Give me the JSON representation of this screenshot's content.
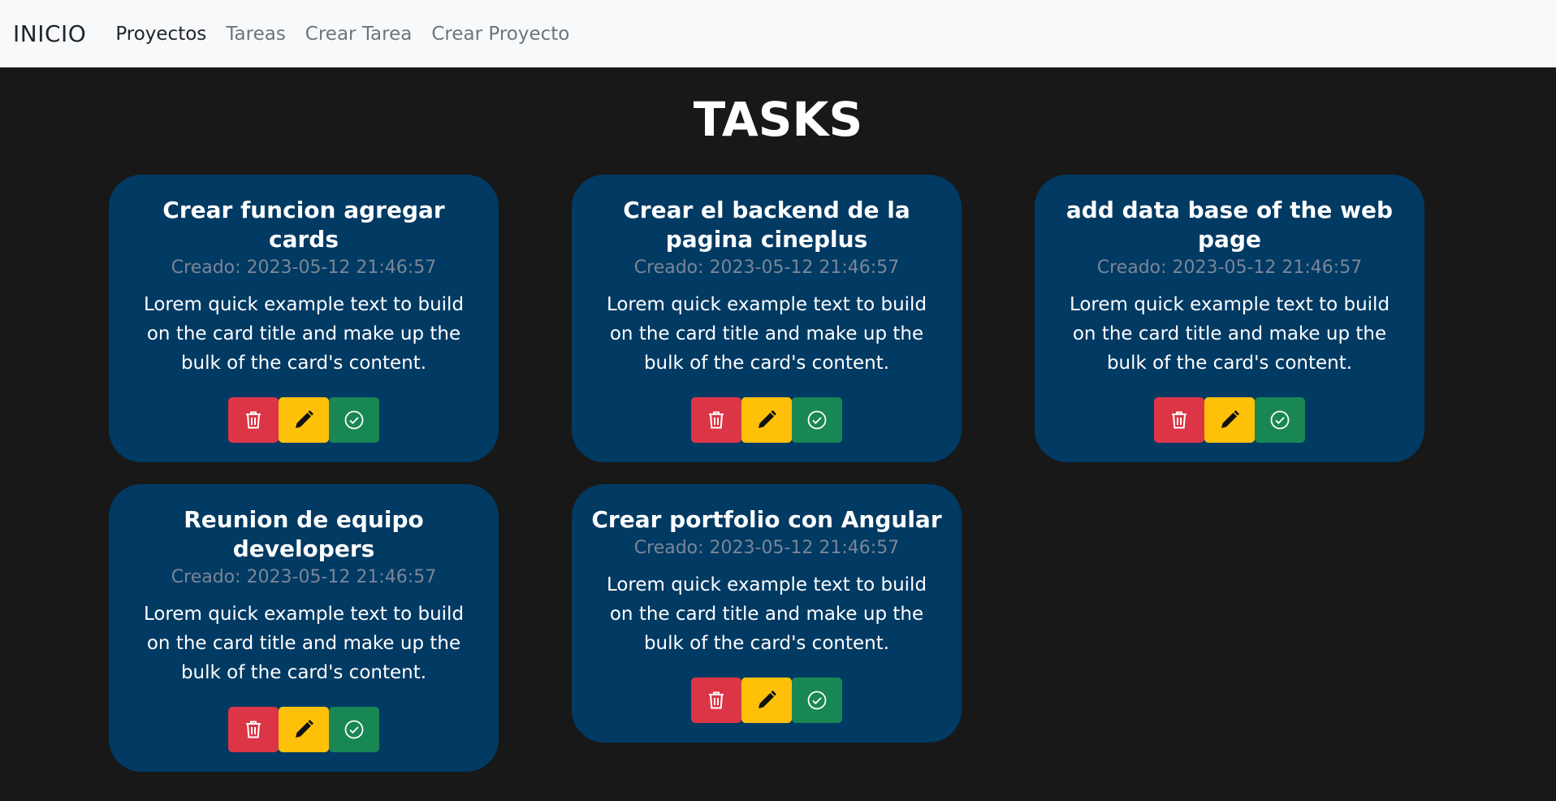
{
  "nav": {
    "brand": "INICIO",
    "links": [
      "Proyectos",
      "Tareas",
      "Crear Tarea",
      "Crear Proyecto"
    ]
  },
  "page": {
    "title": "TASKS"
  },
  "tasks": [
    {
      "title": "Crear funcion agregar cards",
      "date": "Creado: 2023-05-12 21:46:57",
      "description": "Lorem quick example text to build on the card title and make up the bulk of the card's content."
    },
    {
      "title": "Crear el backend de la pagina cineplus",
      "date": "Creado: 2023-05-12 21:46:57",
      "description": "Lorem quick example text to build on the card title and make up the bulk of the card's content."
    },
    {
      "title": "add data base of the web page",
      "date": "Creado: 2023-05-12 21:46:57",
      "description": "Lorem quick example text to build on the card title and make up the bulk of the card's content."
    },
    {
      "title": "Reunion de equipo developers",
      "date": "Creado: 2023-05-12 21:46:57",
      "description": "Lorem quick example text to build on the card title and make up the bulk of the card's content."
    },
    {
      "title": "Crear portfolio con Angular",
      "date": "Creado: 2023-05-12 21:46:57",
      "description": "Lorem quick example text to build on the card title and make up the bulk of the card's content."
    }
  ],
  "icons": {
    "delete": "trash-icon",
    "edit": "pencil-icon",
    "done": "check-circle-icon"
  },
  "colors": {
    "delete": "#dc3545",
    "edit": "#ffc107",
    "done": "#198754",
    "card": "#013a63"
  }
}
